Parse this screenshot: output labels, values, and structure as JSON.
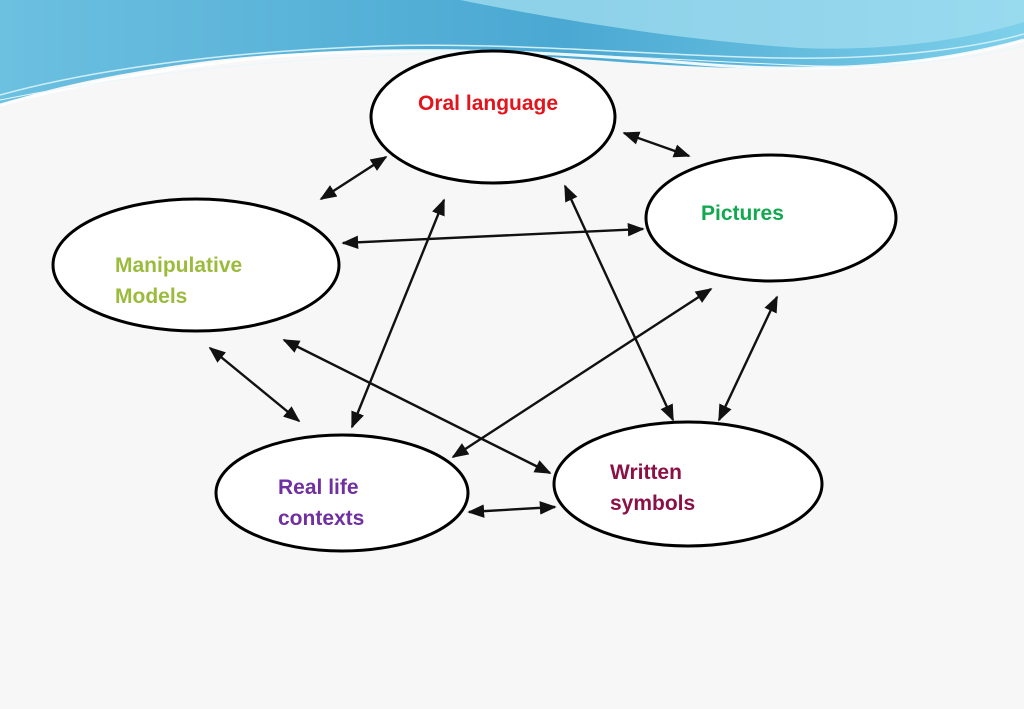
{
  "nodes": [
    {
      "id": "oral",
      "lines": [
        "Oral language"
      ],
      "color": "#e3141c"
    },
    {
      "id": "pictures",
      "lines": [
        "Pictures"
      ],
      "color": "#12a84f"
    },
    {
      "id": "manipulative",
      "lines": [
        "Manipulative",
        "Models"
      ],
      "color": "#9bbb3c"
    },
    {
      "id": "reallife",
      "lines": [
        "Real life",
        "contexts"
      ],
      "color": "#7030a0"
    },
    {
      "id": "written",
      "lines": [
        "Written",
        "symbols"
      ],
      "color": "#8b1046"
    }
  ],
  "connections": [
    {
      "from": "oral",
      "to": "pictures"
    },
    {
      "from": "oral",
      "to": "manipulative"
    },
    {
      "from": "oral",
      "to": "reallife"
    },
    {
      "from": "oral",
      "to": "written"
    },
    {
      "from": "pictures",
      "to": "manipulative"
    },
    {
      "from": "pictures",
      "to": "reallife"
    },
    {
      "from": "pictures",
      "to": "written"
    },
    {
      "from": "manipulative",
      "to": "reallife"
    },
    {
      "from": "manipulative",
      "to": "written"
    },
    {
      "from": "reallife",
      "to": "written"
    }
  ],
  "colors": {
    "arrow": "#111111",
    "node_border": "#000000",
    "node_fill": "#ffffff",
    "header_blue": "#5ab4d9",
    "background": "#f7f7f7"
  }
}
